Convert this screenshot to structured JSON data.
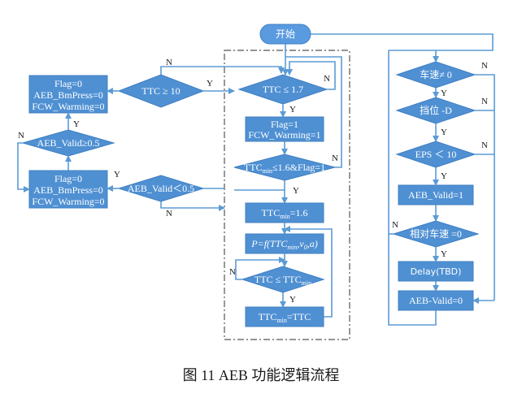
{
  "start": "开始",
  "left": {
    "box1": [
      "Flag=0",
      "AEB_BmPress=0",
      "FCW_Warming=0"
    ],
    "ttc_check": "TTC ≥ 10",
    "valid_check": "AEB_Valid≥0.5",
    "box2": [
      "Flag=0",
      "AEB_BmPress=0",
      "FCW_Warming=0"
    ],
    "valid_lt": "AEB_Valid＜0.5"
  },
  "middle": {
    "ttc17": "TTC ≤ 1.7",
    "box_flag": [
      "Flag=1",
      "FCW_Warming=1"
    ],
    "ttcmin16": {
      "pre": "TTC",
      "sub": "min",
      "post": "≤1.6&Flag=1"
    },
    "set16": {
      "pre": "TTC",
      "sub": "min",
      "post": "=1.6"
    },
    "pfunc": {
      "pre": "P=f(TTC",
      "sub1": "min",
      "mid": ",v",
      "sub2": "0",
      "post": ",a)"
    },
    "cmp": {
      "pre": "TTC ≤ TTC",
      "sub": "min"
    },
    "assign": {
      "pre": "TTC",
      "sub": "min",
      "post": "=TTC"
    }
  },
  "right": {
    "speed": "车速≠ 0",
    "gear": "挡位 -D",
    "eps": "EPS ＜ 10",
    "valid1": "AEB_Valid=1",
    "relspeed": "相对车速 =0",
    "delay": "Delay(TBD)",
    "valid0": "AEB-Valid=0"
  },
  "labels": {
    "yes": "Y",
    "no": "N"
  },
  "caption": "图 11   AEB 功能逻辑流程"
}
